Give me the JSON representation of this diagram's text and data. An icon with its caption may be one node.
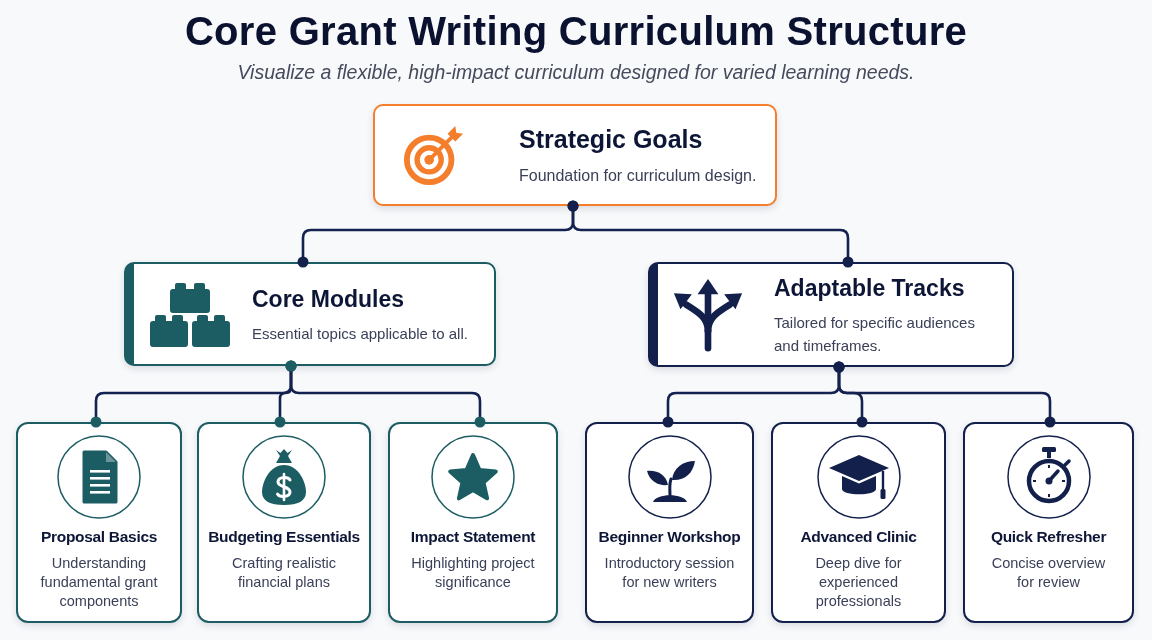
{
  "diagram": {
    "title": "Core Grant Writing Curriculum Structure",
    "caption": "Visualize a flexible, high-impact curriculum designed for varied learning needs.",
    "nodes": [
      {
        "text": [
          "Strategic Goals",
          "Foundation for curriculum design."
        ]
      },
      {
        "text": [
          "Core Modules",
          "Essential topics applicable to all."
        ]
      },
      {
        "text": [
          "Adaptable Tracks",
          "Tailored for specific audiences and timeframes."
        ]
      },
      {
        "text": [
          "Proposal Basics",
          "Understanding fundamental grant components"
        ]
      },
      {
        "text": [
          "Budgeting Essentials",
          "Crafting realistic financial plans"
        ]
      },
      {
        "text": [
          "Impact Statement",
          "Highlighting project significance"
        ]
      },
      {
        "text": [
          "Beginner Workshop",
          "Introductory session for new writers"
        ]
      },
      {
        "text": [
          "Advanced Clinic",
          "Deep dive for experienced professionals"
        ]
      },
      {
        "text": [
          "Quick Refresher",
          "Concise overview for review"
        ]
      }
    ],
    "edges": [
      {
        "from": 0,
        "to": 1,
        "arrow": "other"
      },
      {
        "from": 0,
        "to": 2,
        "arrow": "other"
      },
      {
        "from": 1,
        "to": 3,
        "arrow": "other"
      },
      {
        "from": 1,
        "to": 4,
        "arrow": "other"
      },
      {
        "from": 1,
        "to": 5,
        "arrow": "other"
      },
      {
        "from": 2,
        "to": 6,
        "arrow": "other"
      },
      {
        "from": 2,
        "to": 7,
        "arrow": "other"
      },
      {
        "from": 2,
        "to": 8,
        "arrow": "other"
      }
    ]
  }
}
